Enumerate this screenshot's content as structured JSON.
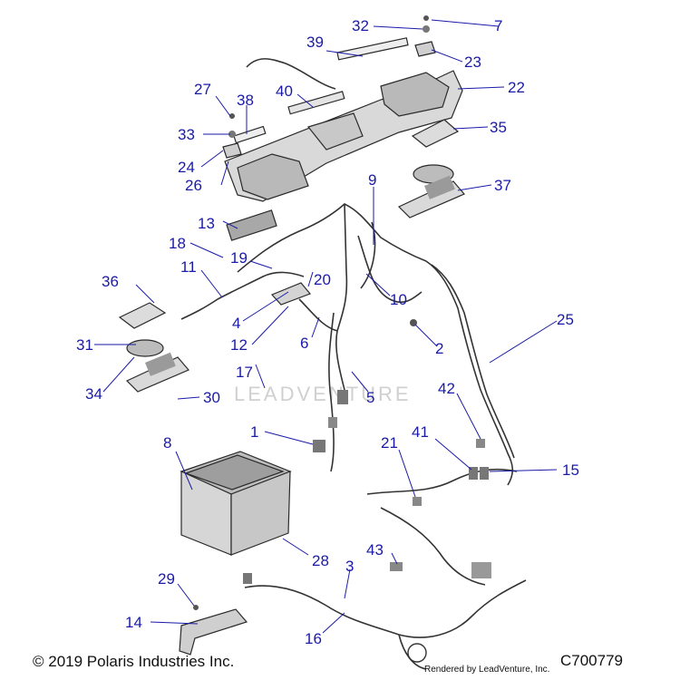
{
  "callouts": [
    {
      "id": "c1",
      "label": "1"
    },
    {
      "id": "c2",
      "label": "2"
    },
    {
      "id": "c3",
      "label": "3"
    },
    {
      "id": "c4",
      "label": "4"
    },
    {
      "id": "c5",
      "label": "5"
    },
    {
      "id": "c6",
      "label": "6"
    },
    {
      "id": "c7",
      "label": "7"
    },
    {
      "id": "c8",
      "label": "8"
    },
    {
      "id": "c9",
      "label": "9"
    },
    {
      "id": "c10",
      "label": "10"
    },
    {
      "id": "c11",
      "label": "11"
    },
    {
      "id": "c12",
      "label": "12"
    },
    {
      "id": "c13",
      "label": "13"
    },
    {
      "id": "c14",
      "label": "14"
    },
    {
      "id": "c15",
      "label": "15"
    },
    {
      "id": "c16",
      "label": "16"
    },
    {
      "id": "c17",
      "label": "17"
    },
    {
      "id": "c18",
      "label": "18"
    },
    {
      "id": "c19",
      "label": "19"
    },
    {
      "id": "c20",
      "label": "20"
    },
    {
      "id": "c21",
      "label": "21"
    },
    {
      "id": "c22",
      "label": "22"
    },
    {
      "id": "c23",
      "label": "23"
    },
    {
      "id": "c24",
      "label": "24"
    },
    {
      "id": "c25",
      "label": "25"
    },
    {
      "id": "c26",
      "label": "26"
    },
    {
      "id": "c27",
      "label": "27"
    },
    {
      "id": "c28",
      "label": "28"
    },
    {
      "id": "c29",
      "label": "29"
    },
    {
      "id": "c30",
      "label": "30"
    },
    {
      "id": "c31",
      "label": "31"
    },
    {
      "id": "c32",
      "label": "32"
    },
    {
      "id": "c33",
      "label": "33"
    },
    {
      "id": "c34",
      "label": "34"
    },
    {
      "id": "c35",
      "label": "35"
    },
    {
      "id": "c36",
      "label": "36"
    },
    {
      "id": "c37",
      "label": "37"
    },
    {
      "id": "c38",
      "label": "38"
    },
    {
      "id": "c39",
      "label": "39"
    },
    {
      "id": "c40",
      "label": "40"
    },
    {
      "id": "c41",
      "label": "41"
    },
    {
      "id": "c42",
      "label": "42"
    },
    {
      "id": "c43",
      "label": "43"
    }
  ],
  "footer": {
    "copyright": "© 2019 Polaris Industries Inc.",
    "rendered_by": "Rendered by LeadVenture, Inc.",
    "diagram_id": "C700779"
  },
  "watermark": "LEADVENTURE",
  "colors": {
    "callout": "#1a1aa8",
    "part_fill": "#d6d6d6",
    "part_dark": "#9a9a9a",
    "line": "#2a2a2a"
  }
}
